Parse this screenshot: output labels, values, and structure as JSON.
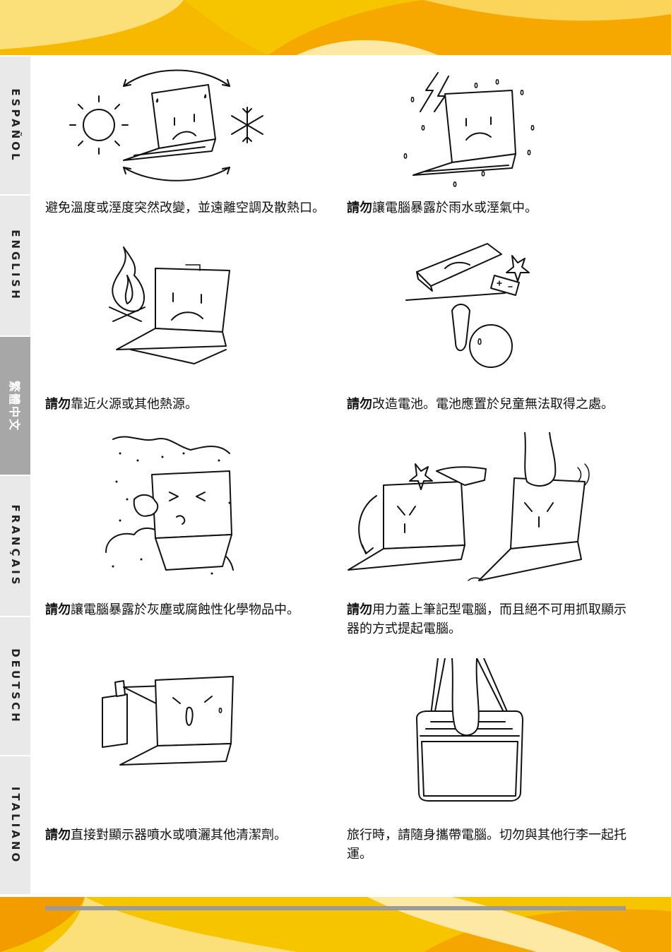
{
  "colors": {
    "band_yellow": "#f5c000",
    "band_orange": "#f29a00",
    "tab_grey": "#e9e9e9",
    "tab_active": "#a7a7a7"
  },
  "languages": [
    "ESPAÑOL",
    "ENGLISH",
    "繁體中文",
    "FRANÇAIS",
    "DEUTSCH",
    "ITALIANO"
  ],
  "active_language": "繁體中文",
  "warnings": [
    {
      "bold": "",
      "text": "避免溫度或溼度突然改變，並遠離空調及散熱口。",
      "icon": "laptop-temperature-change-icon"
    },
    {
      "bold": "請勿",
      "text": "讓電腦暴露於雨水或溼氣中。",
      "icon": "laptop-rain-icon"
    },
    {
      "bold": "請勿",
      "text": "靠近火源或其他熱源。",
      "icon": "laptop-fire-icon"
    },
    {
      "bold": "請勿",
      "text": "改造電池。電池應置於兒童無法取得之處。",
      "icon": "battery-child-icon"
    },
    {
      "bold": "請勿",
      "text": "讓電腦暴露於灰塵或腐蝕性化學物品中。",
      "icon": "laptop-dust-icon"
    },
    {
      "bold": "請勿",
      "text": "用力蓋上筆記型電腦，而且絕不可用抓取顯示器的方式提起電腦。",
      "icon": "laptop-slam-lid-icon"
    },
    {
      "bold": "請勿",
      "text": "直接對顯示器噴水或噴灑其他清潔劑。",
      "icon": "laptop-spray-icon"
    },
    {
      "bold": "",
      "text": "旅行時，請隨身攜帶電腦。切勿與其他行李一起托運。",
      "icon": "laptop-carry-bag-icon"
    }
  ]
}
